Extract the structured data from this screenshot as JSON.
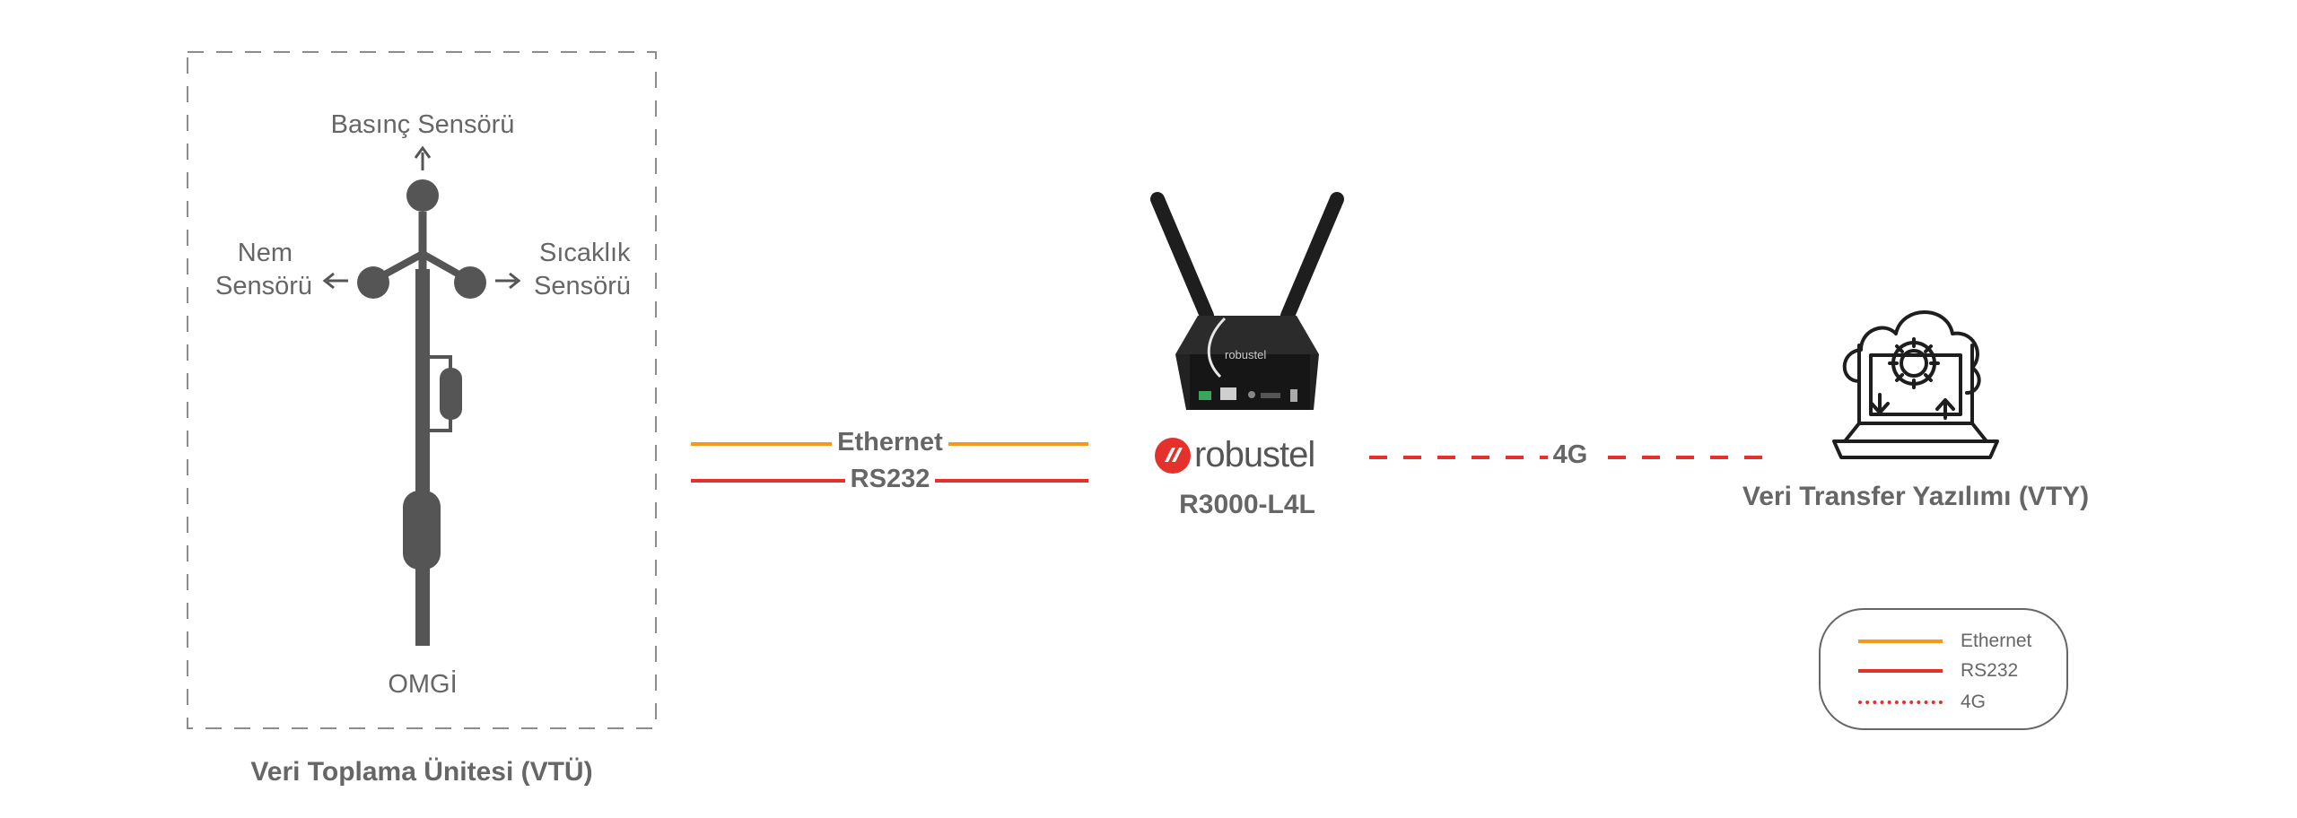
{
  "vtu": {
    "title": "Veri Toplama Ünitesi (VTÜ)",
    "device_label": "OMGİ",
    "pressure_sensor": "Basınç Sensörü",
    "humidity_sensor_line1": "Nem",
    "humidity_sensor_line2": "Sensörü",
    "temperature_sensor_line1": "Sıcaklık",
    "temperature_sensor_line2": "Sensörü"
  },
  "connections": {
    "ethernet": "Ethernet",
    "rs232": "RS232",
    "network": "4G"
  },
  "router": {
    "brand": "robustel",
    "model": "R3000-L4L"
  },
  "vty": {
    "title": "Veri Transfer Yazılımı (VTY)"
  },
  "legend": {
    "items": [
      {
        "label": "Ethernet",
        "color": "#F39A1C",
        "style": "solid"
      },
      {
        "label": "RS232",
        "color": "#E4312B",
        "style": "solid"
      },
      {
        "label": "4G",
        "color": "#E4312B",
        "style": "dotted"
      }
    ]
  },
  "colors": {
    "ethernet": "#F39A1C",
    "rs232": "#E4312B",
    "text": "#666666",
    "device": "#555555",
    "brand_red": "#E4312B"
  }
}
